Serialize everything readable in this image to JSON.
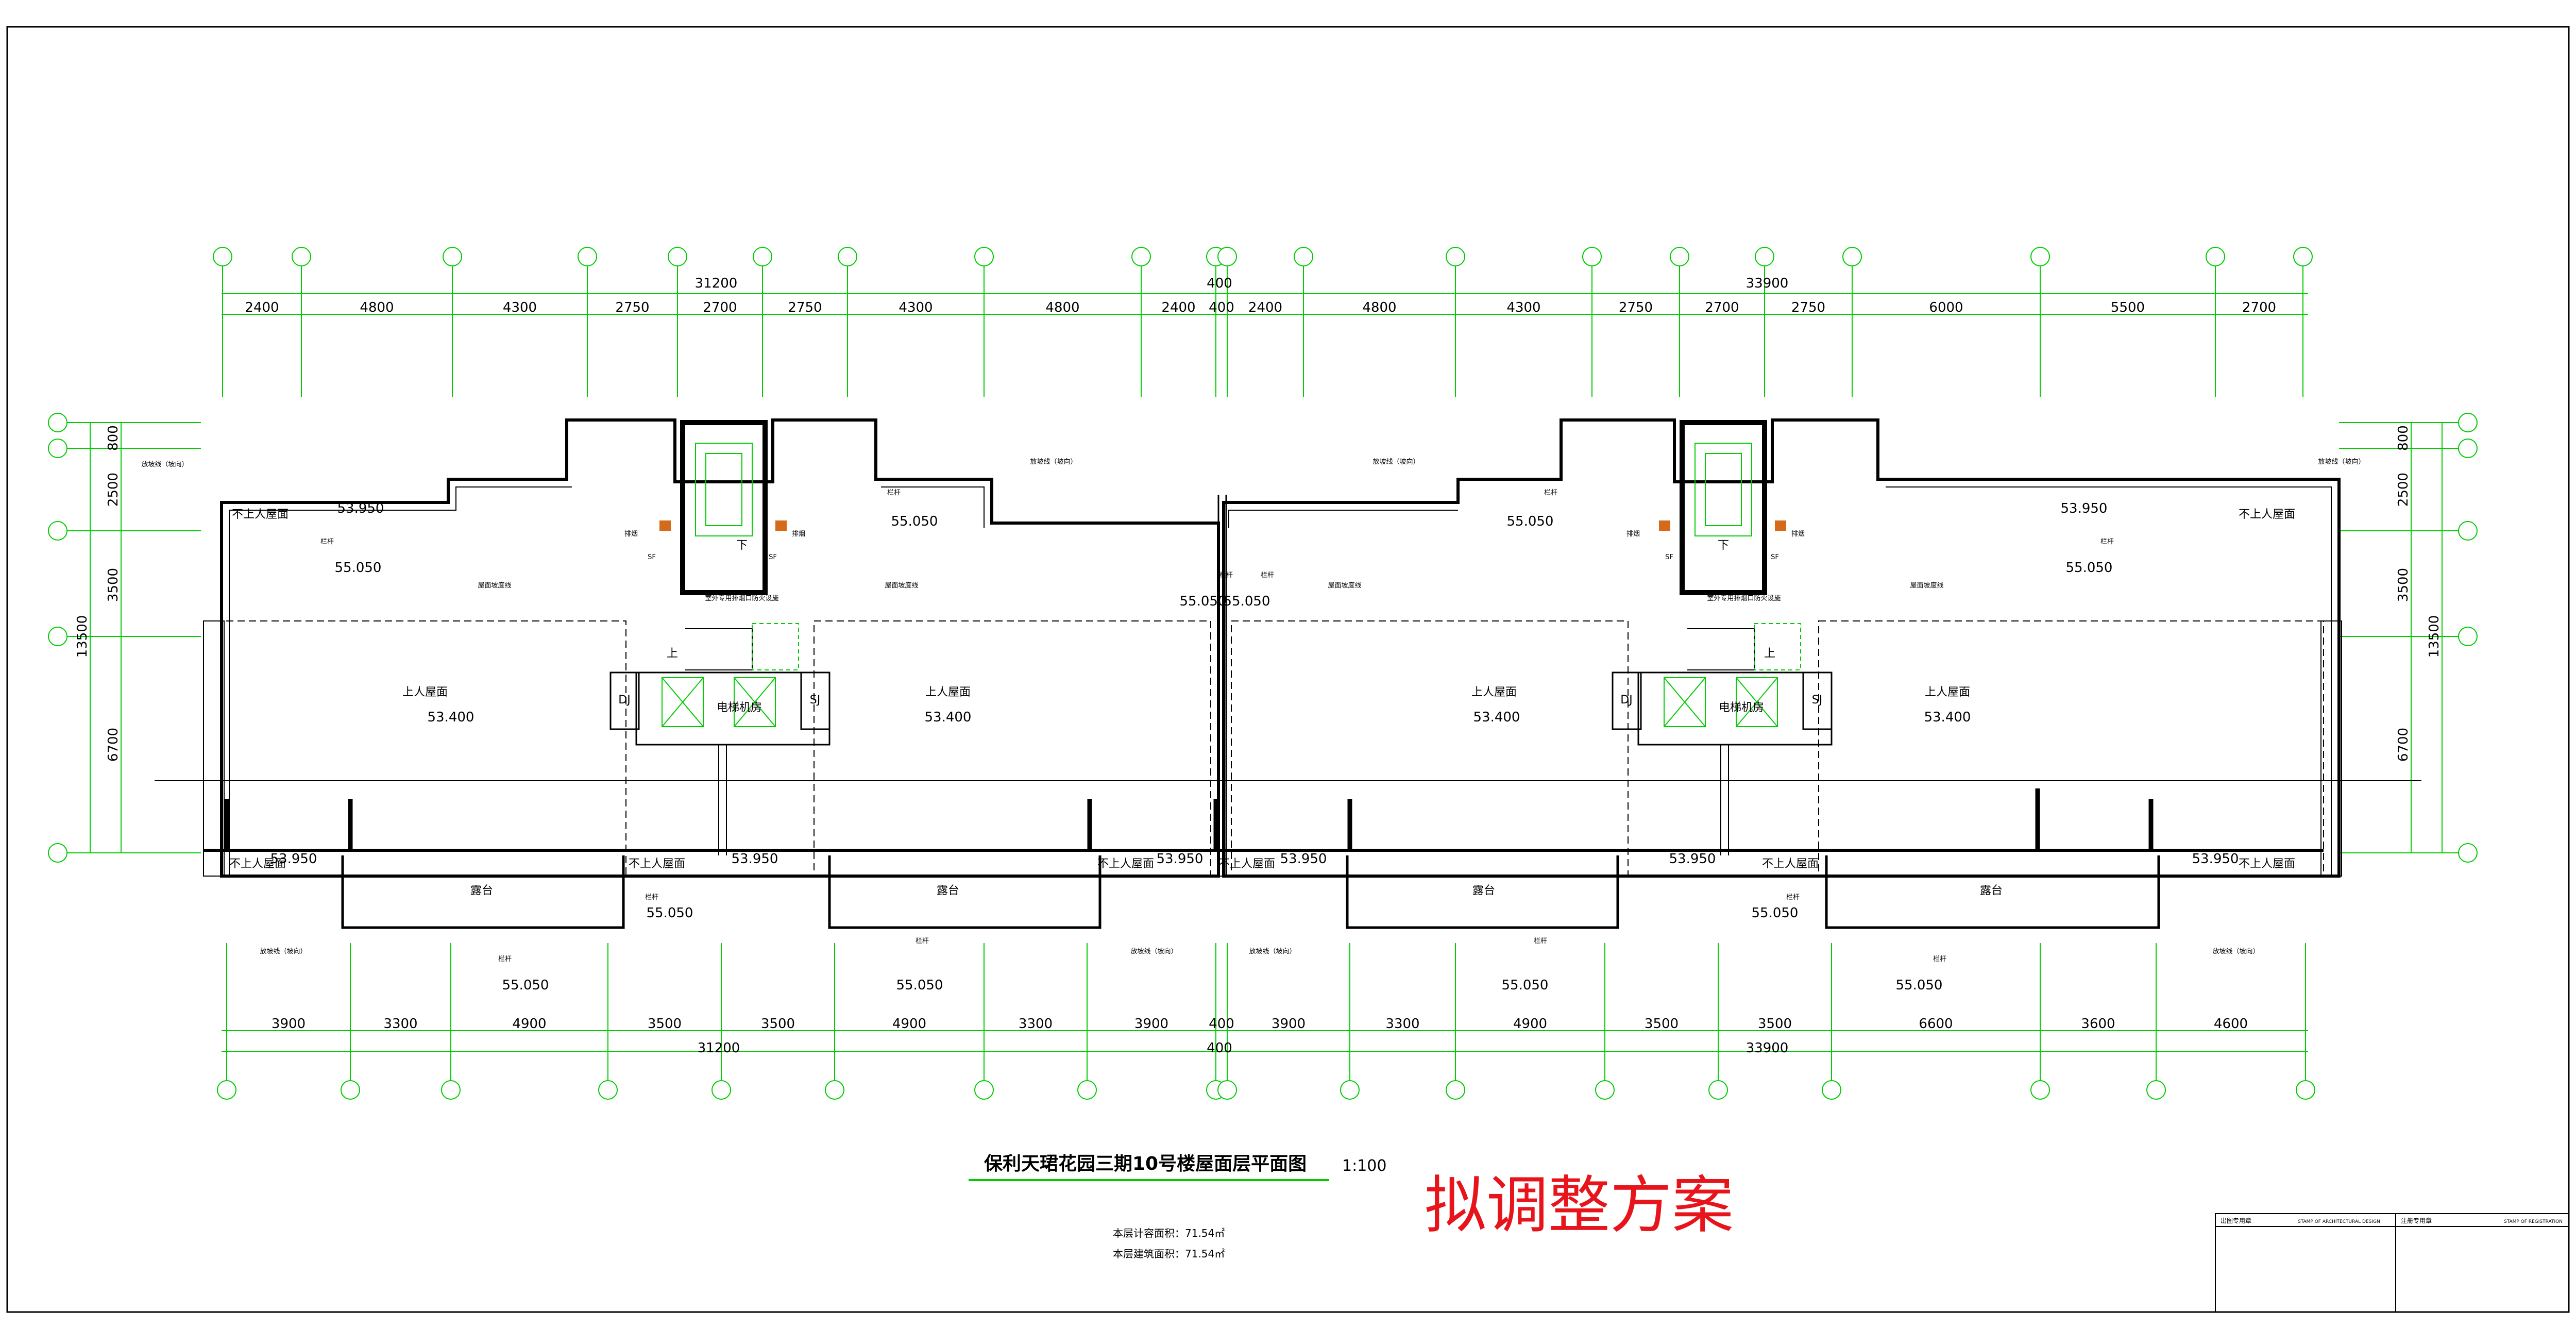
{
  "drawing": {
    "title": "保利天珺花园三期10号楼屋面层平面图",
    "scale": "1:100",
    "stamp": "拟调整方案",
    "area_note_1": "本层计容面积：71.54㎡",
    "area_note_2": "本层建筑面积：71.54㎡"
  },
  "colors": {
    "grid": "#00cc00",
    "stamp": "#e8141b",
    "line": "#000000",
    "hatch_orange": "#d46a1a"
  },
  "top_dims": {
    "overall": [
      "31200",
      "400",
      "33900"
    ],
    "segments": [
      "2400",
      "4800",
      "4300",
      "2750",
      "2700",
      "2750",
      "4300",
      "4800",
      "2400",
      "400",
      "2400",
      "4800",
      "4300",
      "2750",
      "2700",
      "2750",
      "6000",
      "5500",
      "2700"
    ]
  },
  "bottom_dims": {
    "overall": [
      "31200",
      "400",
      "33900"
    ],
    "segments": [
      "3900",
      "3300",
      "4900",
      "3500",
      "3500",
      "4900",
      "3300",
      "3900",
      "400",
      "3900",
      "3300",
      "4900",
      "3500",
      "3500",
      "6600",
      "3600",
      "4600"
    ]
  },
  "left_dims": {
    "overall": "13500",
    "segments": [
      "800",
      "2500",
      "3500",
      "6700"
    ]
  },
  "right_dims": {
    "overall": "13500",
    "segments": [
      "800",
      "2500",
      "3500",
      "6700"
    ]
  },
  "labels": {
    "not_accessible_roof": "不上人屋面",
    "accessible_roof": "上人屋面",
    "terrace": "露台",
    "elevator_room": "电梯机房",
    "railing": "栏杆",
    "parapet": "放坡线（坡向）",
    "roof_slope": "屋面坡度线",
    "up": "上",
    "down": "下",
    "dj": "DJ",
    "sj": "SJ",
    "sf": "SF",
    "smoke": "排烟",
    "smoke_note": "室外专用排烟口防火设施",
    "stamp_box_1": "出图专用章",
    "stamp_box_2": "STAMP OF ARCHITECTURAL DESIGN",
    "stamp_box_3": "注册专用章",
    "stamp_box_4": "STAMP OF REGISTRATION"
  },
  "elevations": {
    "e53950": "53.950",
    "e55050": "55.050",
    "e53400": "53.400"
  }
}
